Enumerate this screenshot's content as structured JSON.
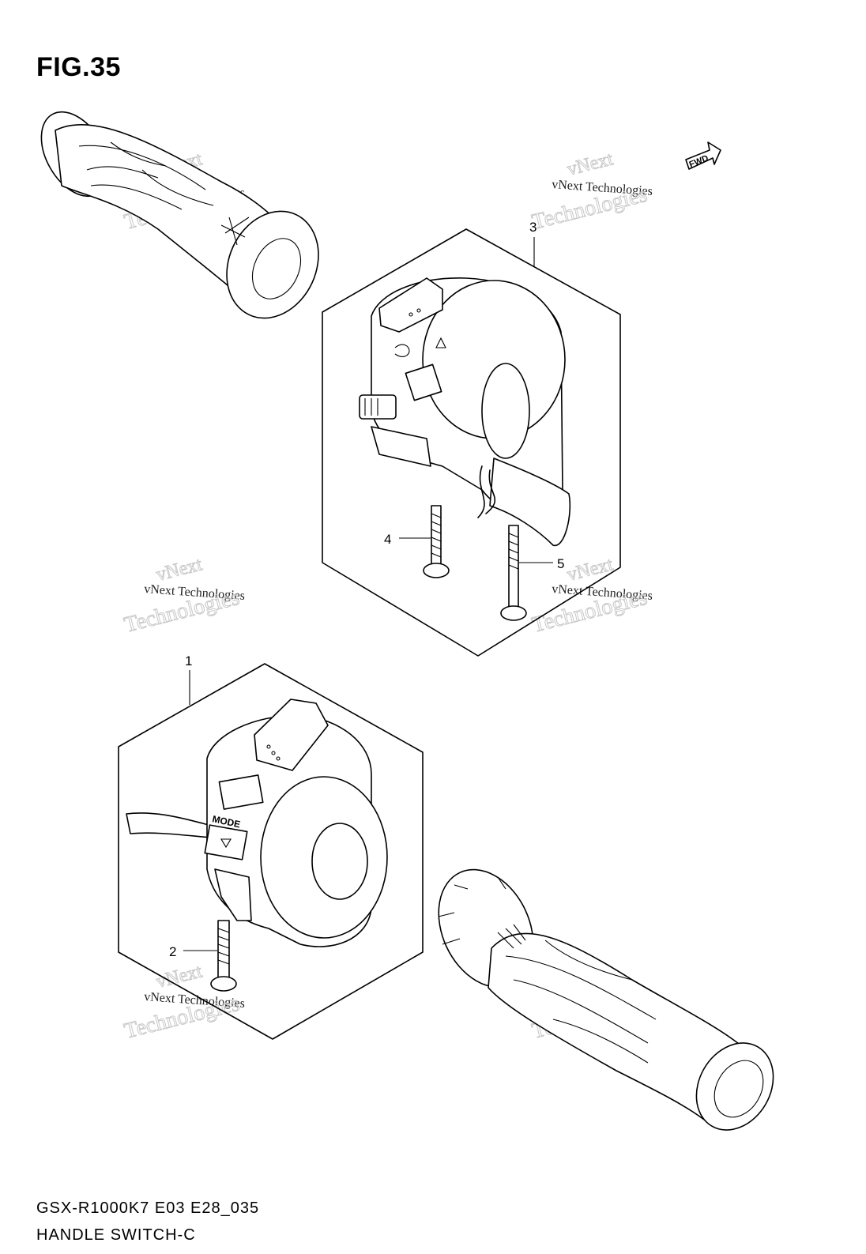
{
  "figure_label": "FIG.35",
  "footer": {
    "model_code": "GSX-R1000K7 E03 E28_035",
    "section_name": "HANDLE SWITCH-C"
  },
  "direction_tag": "FWD",
  "callouts": [
    "1",
    "2",
    "3",
    "4",
    "5"
  ],
  "watermark": {
    "line_top": "vNext",
    "line_mid": "vNext Technologies",
    "line_big": "Technologies"
  }
}
